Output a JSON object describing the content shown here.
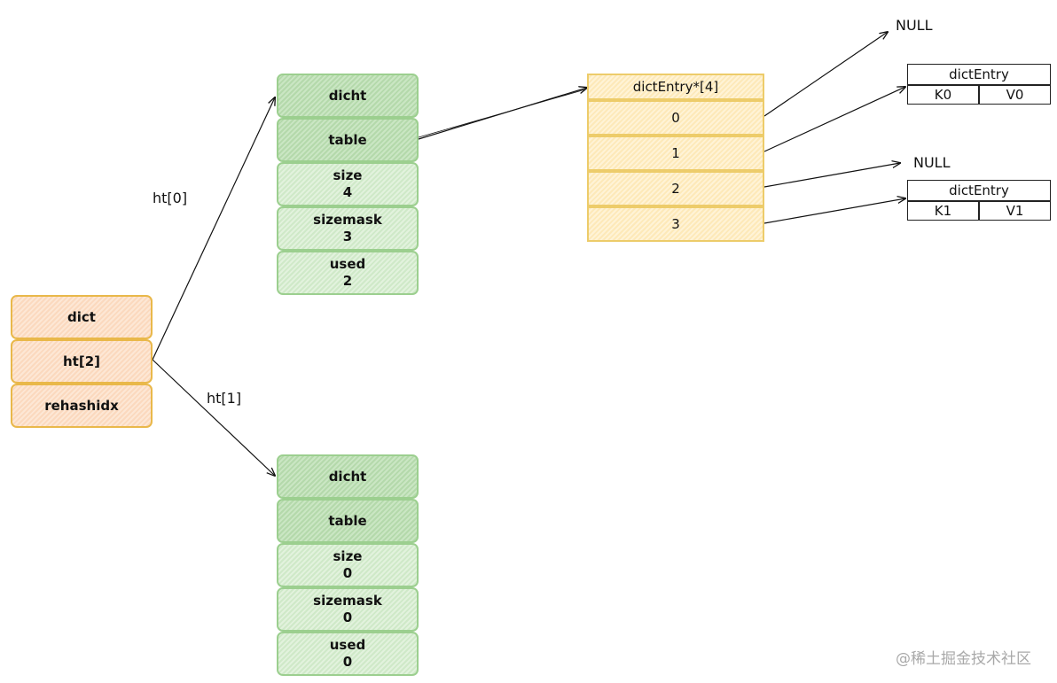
{
  "dict": {
    "title": "dict",
    "ht": "ht[2]",
    "rehashidx": "rehashidx"
  },
  "ht0": {
    "link_label": "ht[0]",
    "title": "dicht",
    "table": "table",
    "size_label": "size",
    "size_value": "4",
    "sizemask_label": "sizemask",
    "sizemask_value": "3",
    "used_label": "used",
    "used_value": "2"
  },
  "ht1": {
    "link_label": "ht[1]",
    "title": "dicht",
    "table": "table",
    "size_label": "size",
    "size_value": "0",
    "sizemask_label": "sizemask",
    "sizemask_value": "0",
    "used_label": "used",
    "used_value": "0"
  },
  "table_array": {
    "header": "dictEntry*[4]",
    "slots": [
      "0",
      "1",
      "2",
      "3"
    ]
  },
  "null_labels": [
    "NULL",
    "NULL"
  ],
  "entries": [
    {
      "title": "dictEntry",
      "key": "K0",
      "value": "V0"
    },
    {
      "title": "dictEntry",
      "key": "K1",
      "value": "V1"
    }
  ],
  "watermark": "@稀土掘金技术社区"
}
